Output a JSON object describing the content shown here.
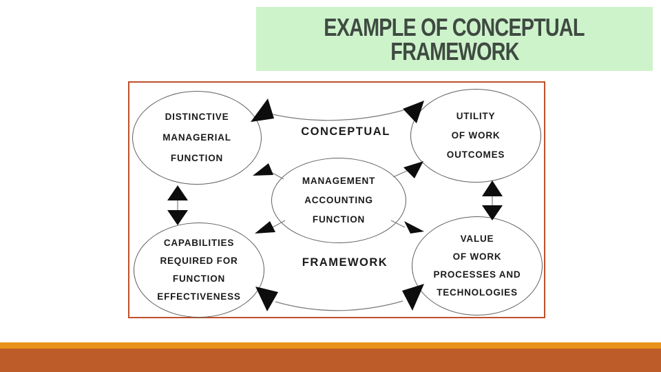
{
  "title": {
    "line1": "EXAMPLE OF CONCEPTUAL",
    "line2": "FRAMEWORK"
  },
  "diagram": {
    "label_top": "CONCEPTUAL",
    "label_bottom": "FRAMEWORK",
    "nodes": {
      "top_left": {
        "lines": [
          "DISTINCTIVE",
          "MANAGERIAL",
          "FUNCTION"
        ]
      },
      "top_right": {
        "lines": [
          "UTILITY",
          "OF WORK",
          "OUTCOMES"
        ]
      },
      "center": {
        "lines": [
          "MANAGEMENT",
          "ACCOUNTING",
          "FUNCTION"
        ]
      },
      "bottom_left": {
        "lines": [
          "CAPABILITIES",
          "REQUIRED FOR",
          "FUNCTION",
          "EFFECTIVENESS"
        ]
      },
      "bottom_right": {
        "lines": [
          "VALUE",
          "OF WORK",
          "PROCESSES AND",
          "TECHNOLOGIES"
        ]
      }
    },
    "arrows": [
      "top-left-ellipse <-> top-right-ellipse (curved double arrow)",
      "bottom-left-ellipse <-> bottom-right-ellipse (curved double arrow)",
      "top-left-ellipse <-> bottom-left-ellipse (vertical double arrow)",
      "top-right-ellipse <-> bottom-right-ellipse (vertical double arrow)",
      "center-ellipse -> top-left-ellipse",
      "center-ellipse -> top-right-ellipse",
      "center-ellipse -> bottom-left-ellipse",
      "center-ellipse -> bottom-right-ellipse"
    ]
  },
  "colors": {
    "title_box_bg": "#cdf3cb",
    "title_text": "#3f4a42",
    "diagram_border": "#bf4f28",
    "band_orange": "#e8921b",
    "band_rust": "#bd5c28",
    "arrow_black": "#0d0d0d",
    "node_outline": "#5f5f5f",
    "node_text": "#1a1a1a"
  }
}
